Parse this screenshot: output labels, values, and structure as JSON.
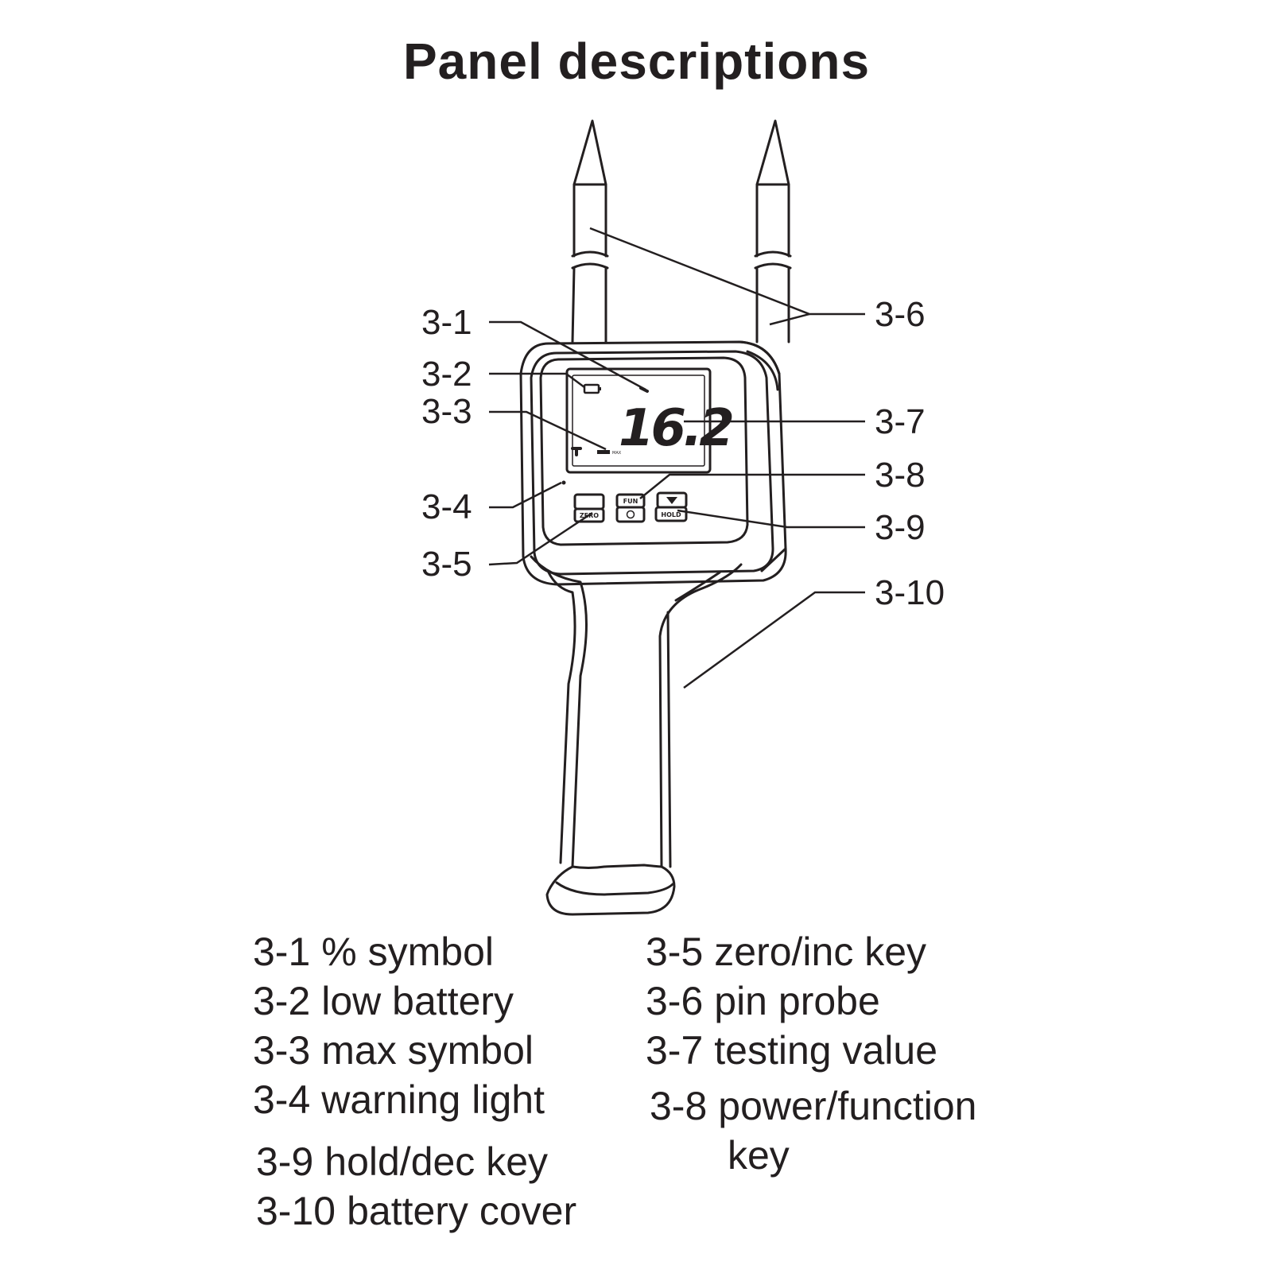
{
  "title": "Panel descriptions",
  "display": {
    "reading": "16.2",
    "key_fun": "FUN",
    "key_zero": "ZERO",
    "key_hold": "HOLD",
    "max_label": "MAX"
  },
  "callouts": {
    "c1": "3-1",
    "c2": "3-2",
    "c3": "3-3",
    "c4": "3-4",
    "c5": "3-5",
    "c6": "3-6",
    "c7": "3-7",
    "c8": "3-8",
    "c9": "3-9",
    "c10": "3-10"
  },
  "legend": [
    {
      "code": "3-1",
      "text": "% symbol"
    },
    {
      "code": "3-2",
      "text": "low battery"
    },
    {
      "code": "3-3",
      "text": "max symbol"
    },
    {
      "code": "3-4",
      "text": "warning light"
    },
    {
      "code": "3-9",
      "text": "hold/dec key"
    },
    {
      "code": "3-10",
      "text": "battery cover"
    },
    {
      "code": "3-5",
      "text": "zero/inc key"
    },
    {
      "code": "3-6",
      "text": "pin probe"
    },
    {
      "code": "3-7",
      "text": "testing value"
    },
    {
      "code": "3-8",
      "text": "power/function"
    },
    {
      "code": "",
      "text": "key"
    }
  ]
}
